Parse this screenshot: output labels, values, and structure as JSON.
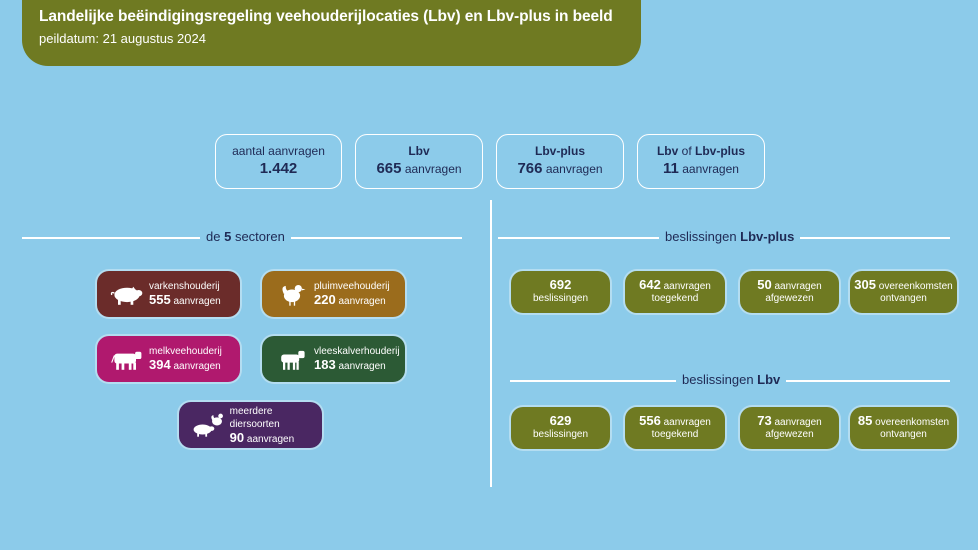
{
  "header": {
    "title": "Landelijke beëindigingsregeling veehouderijlocaties (Lbv) en Lbv-plus in beeld",
    "subtitle": "peildatum: 21 augustus 2024"
  },
  "stats": [
    {
      "label": "aantal aanvragen",
      "value": "1.442",
      "unit": ""
    },
    {
      "label": "Lbv",
      "value": "665",
      "unit": "aanvragen"
    },
    {
      "label": "Lbv-plus",
      "value": "766",
      "unit": "aanvragen"
    },
    {
      "label_a": "Lbv",
      "label_of": "of",
      "label_b": "Lbv-plus",
      "value": "11",
      "unit": "aanvragen"
    }
  ],
  "sectors_section": {
    "prefix": "de",
    "number": "5",
    "suffix": "sectoren"
  },
  "sectors": [
    {
      "name": "varkenshouderij",
      "value": "555",
      "unit": "aanvragen",
      "icon": "pig-icon",
      "color": "#6b2c2a"
    },
    {
      "name": "pluimveehouderij",
      "value": "220",
      "unit": "aanvragen",
      "icon": "chicken-icon",
      "color": "#9b6c1c"
    },
    {
      "name": "melkveehouderij",
      "value": "394",
      "unit": "aanvragen",
      "icon": "cow-icon",
      "color": "#b0196e"
    },
    {
      "name": "vleeskalverhouderij",
      "value": "183",
      "unit": "aanvragen",
      "icon": "calf-icon",
      "color": "#2c5a35"
    },
    {
      "name": "meerdere diersoorten",
      "value": "90",
      "unit": "aanvragen",
      "icon": "pig-and-chicken-icon",
      "color": "#4a2762"
    }
  ],
  "lbv_plus": {
    "title_prefix": "beslissingen",
    "title_bold": "Lbv-plus",
    "items": [
      {
        "value": "692",
        "unit": "",
        "line2": "beslissingen"
      },
      {
        "value": "642",
        "unit": "aanvragen",
        "line2": "toegekend"
      },
      {
        "value": "50",
        "unit": "aanvragen",
        "line2": "afgewezen"
      },
      {
        "value": "305",
        "unit": "overeenkomsten",
        "line2": "ontvangen"
      }
    ]
  },
  "lbv": {
    "title_prefix": "beslissingen",
    "title_bold": "Lbv",
    "items": [
      {
        "value": "629",
        "unit": "",
        "line2": "beslissingen"
      },
      {
        "value": "556",
        "unit": "aanvragen",
        "line2": "toegekend"
      },
      {
        "value": "73",
        "unit": "aanvragen",
        "line2": "afgewezen"
      },
      {
        "value": "85",
        "unit": "overeenkomsten",
        "line2": "ontvangen"
      }
    ]
  },
  "colors": {
    "background": "#8ccbea",
    "olive": "#6f7a22",
    "navy": "#1f2a55"
  }
}
